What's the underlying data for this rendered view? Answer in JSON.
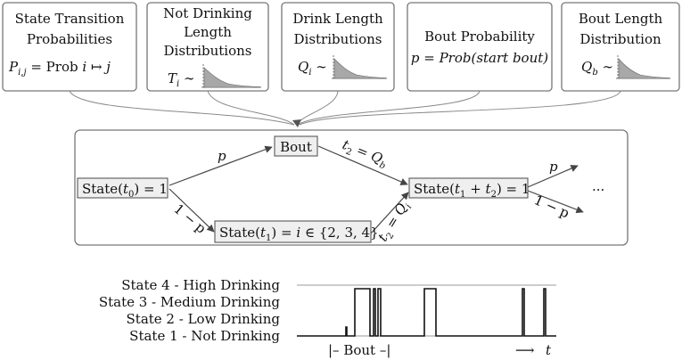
{
  "top_boxes": [
    {
      "lines": [
        "State Transition",
        "Probabilities"
      ],
      "formula_lhs": "P",
      "formula_sub": "i,j",
      "formula_rhs": " = Prob ",
      "formula_tail_i": "i",
      "formula_arrow": " ↦ ",
      "formula_tail_j": "j"
    },
    {
      "lines": [
        "Not Drinking",
        "Length",
        "Distributions"
      ],
      "formula_sym": "T",
      "formula_sub": "i",
      "formula_op": " ∼"
    },
    {
      "lines": [
        "Drink Length",
        "Distributions"
      ],
      "formula_sym": "Q",
      "formula_sub": "i",
      "formula_op": " ∼"
    },
    {
      "lines": [
        "Bout Probability"
      ],
      "formula": "p = Prob(start bout)"
    },
    {
      "lines": [
        "Bout Length",
        "Distribution"
      ],
      "formula_sym": "Q",
      "formula_sub": "b",
      "formula_op": " ∼"
    }
  ],
  "flow": {
    "start_node": {
      "pre": "State(",
      "var": "t",
      "sub": "0",
      "post": ") = 1"
    },
    "bout_node": "Bout",
    "mid_node": {
      "pre": "State(",
      "var": "t",
      "sub": "1",
      "post": ") = ",
      "i": "i",
      "set": " ∈ {2, 3, 4}"
    },
    "end_node": {
      "pre": "State(",
      "var1": "t",
      "sub1": "1",
      "plus": " + ",
      "var2": "t",
      "sub2": "2",
      "post": ") = 1"
    },
    "edge_p": "p",
    "edge_1mp": "1 − p",
    "edge_t2_qb": {
      "var": "t",
      "sub": "2",
      "eq": " = ",
      "q": "Q",
      "qsub": "b"
    },
    "edge_t2_qi": {
      "var": "t",
      "sub": "2",
      "eq": " = ",
      "q": "Q",
      "qsub": "i"
    },
    "out_p": "p",
    "out_1mp": "1 − p",
    "ellipsis": "..."
  },
  "timeline": {
    "state_labels": [
      "State 4 - High Drinking",
      "State 3 - Medium Drinking",
      "State 2 - Low Drinking",
      "State 1 - Not Drinking"
    ],
    "bout_label": "|– Bout –|",
    "time_arrow": "⟶",
    "time_var": "t"
  }
}
